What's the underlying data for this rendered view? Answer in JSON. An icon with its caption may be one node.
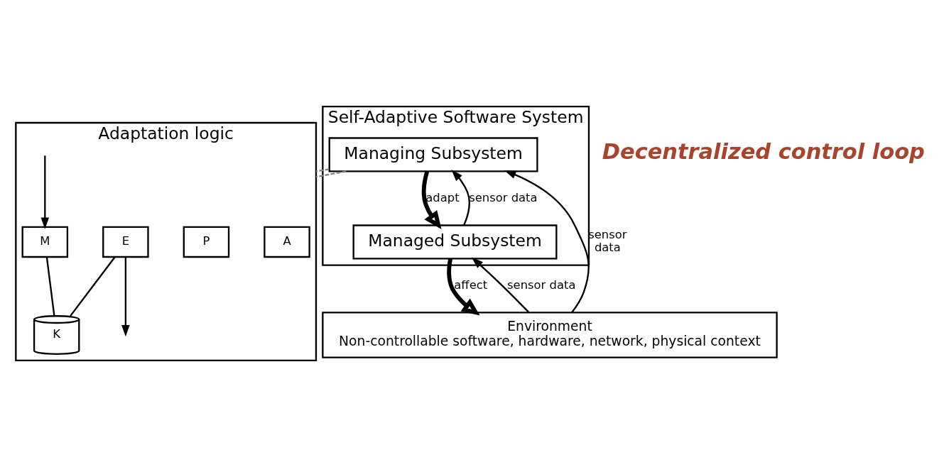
{
  "diagram": {
    "nodes": [
      {
        "text": [
          "Self-Adaptive Software System"
        ]
      },
      {
        "text": [
          "Managing Subsystem"
        ],
        "in": 0
      },
      {
        "text": [
          "Managed Subsystem"
        ],
        "in": 0
      },
      {
        "text": [
          "Environment",
          "Non-controllable software, hardware, network, physical context"
        ]
      },
      {
        "text": [
          "Adaptation logic"
        ]
      },
      {
        "text": [
          "M"
        ],
        "in": 4
      },
      {
        "text": [
          "A"
        ],
        "in": 4
      },
      {
        "text": [
          "P"
        ],
        "in": 4
      },
      {
        "text": [
          "E"
        ],
        "in": 4
      },
      {
        "text": [
          "K"
        ],
        "in": 4
      }
    ],
    "edges": [
      {
        "from": 3,
        "to": 1,
        "arrow": "to",
        "label": "sensor data"
      },
      {
        "from": 2,
        "to": 1,
        "arrow": "to",
        "label": "sensor data"
      },
      {
        "from": 1,
        "to": 2,
        "arrow": "to",
        "label": "adapt",
        "style": "thick"
      },
      {
        "from": 3,
        "to": 2,
        "arrow": "to",
        "label": "sensor data"
      },
      {
        "from": 2,
        "to": 3,
        "arrow": "to",
        "label": "affect",
        "style": "thick"
      },
      {
        "from": 1,
        "to": 4,
        "arrow": "none",
        "style": "dashed",
        "color": "#808080"
      },
      {
        "from": 1,
        "to": 4,
        "arrow": "none",
        "style": "dashed",
        "color": "#808080"
      },
      {
        "from": 5,
        "to": 9,
        "arrow": "none"
      },
      {
        "from": 9,
        "to": 8,
        "arrow": "none"
      },
      {
        "from": null,
        "to": 5,
        "arrow": "to"
      },
      {
        "from": 8,
        "to": null,
        "arrow": "to"
      }
    ],
    "labels": [
      "Decentralized control loop"
    ]
  }
}
